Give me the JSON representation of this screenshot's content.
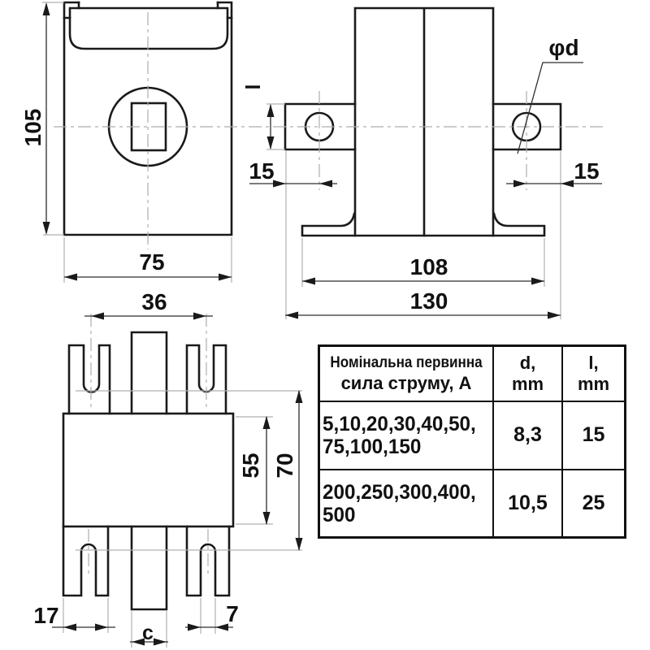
{
  "drawing_labels": {
    "front": {
      "height": "105",
      "width": "75"
    },
    "side": {
      "length": "l",
      "offset_left": "15",
      "offset_right": "15",
      "diameter": "φd",
      "flange_span": "108",
      "overall_width": "130"
    },
    "bottom": {
      "fork_span": "36",
      "body_depth": "55",
      "overall_depth": "70",
      "fork_width": "17",
      "slot_width": "7",
      "busbar_width": "c"
    }
  },
  "table": {
    "col1_header_line1": "Номінальна первинна",
    "col1_header_line2": "сила струму, А",
    "col2_header_line1": "d,",
    "col2_header_line2": "mm",
    "col3_header_line1": "l,",
    "col3_header_line2": "mm",
    "rows": [
      {
        "current_line1": "5,10,20,30,40,50,",
        "current_line2": "75,100,150",
        "d": "8,3",
        "l": "15"
      },
      {
        "current_line1": "200,250,300,400,",
        "current_line2": "500",
        "d": "10,5",
        "l": "25"
      }
    ]
  }
}
